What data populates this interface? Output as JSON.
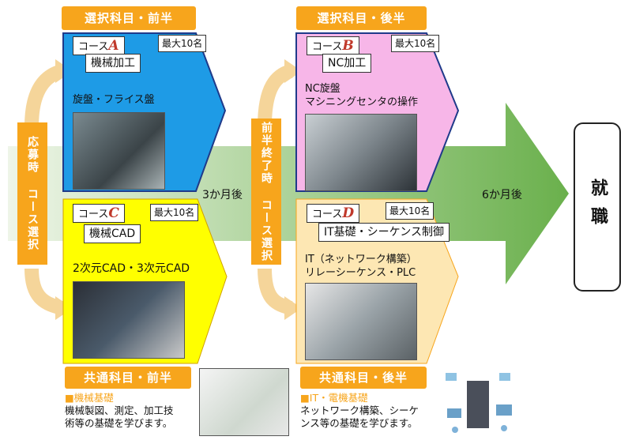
{
  "headers": {
    "elective_first": "選択科目・前半",
    "elective_second": "選択科目・後半",
    "common_first": "共通科目・前半",
    "common_second": "共通科目・後半"
  },
  "side_labels": {
    "application": "応募時 コース選択",
    "midterm": "前半終了時 コース選択"
  },
  "courses": [
    {
      "course_label": "コース",
      "letter": "A",
      "max": "最大10名",
      "title": "機械加工",
      "desc": "旋盤・フライス盤",
      "color": "#1e9be6"
    },
    {
      "course_label": "コース",
      "letter": "B",
      "max": "最大10名",
      "title": "NC加工",
      "desc1": "NC旋盤",
      "desc2": "マシニングセンタの操作",
      "color": "#f7b6e8"
    },
    {
      "course_label": "コース",
      "letter": "C",
      "max": "最大10名",
      "title": "機械CAD",
      "desc": "2次元CAD・3次元CAD",
      "color": "#ffff00"
    },
    {
      "course_label": "コース",
      "letter": "D",
      "max": "最大10名",
      "title": "IT基礎・シーケンス制御",
      "desc1": "IT（ネットワーク構築）",
      "desc2": "リレーシーケンス・PLC",
      "color": "#fde7b3"
    }
  ],
  "durations": {
    "three_months": "3か月後",
    "six_months": "6か月後"
  },
  "goal": "就職",
  "common": {
    "first_title": "■機械基礎",
    "first_line1": "機械製図、測定、加工技",
    "first_line2": "術等の基礎を学びます。",
    "second_title": "■IT・電機基礎",
    "second_line1": "ネットワーク構築、シーケ",
    "second_line2": "ンス等の基礎を学びます。"
  },
  "colors": {
    "accent": "#f7a51c",
    "arrow_green": "#6ab04c",
    "blue": "#1e9be6",
    "pink": "#f7b6e8",
    "yellow": "#ffff00",
    "cream": "#fde7b3"
  }
}
